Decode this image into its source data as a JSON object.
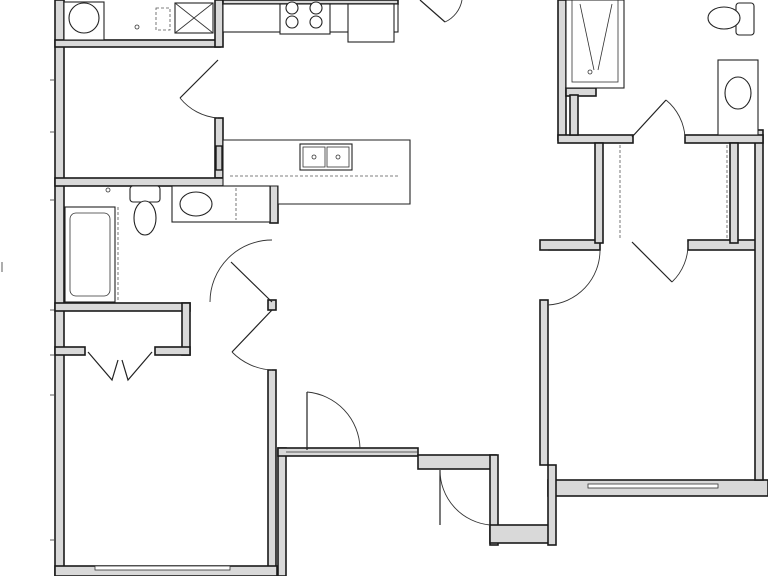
{
  "drawing": {
    "kind": "floor-plan",
    "labels_present": false
  },
  "fixtures": [
    {
      "name": "washer",
      "shape": "circle"
    },
    {
      "name": "water-heater",
      "shape": "box-with-cross"
    },
    {
      "name": "range",
      "burners": 4
    },
    {
      "name": "kitchen-sink",
      "basins": 2
    },
    {
      "name": "hall-bath-toilet"
    },
    {
      "name": "hall-bath-sink"
    },
    {
      "name": "hall-bath-tub"
    },
    {
      "name": "master-bath-tub"
    },
    {
      "name": "master-bath-toilet"
    },
    {
      "name": "master-bath-sink"
    }
  ],
  "colors": {
    "wall_fill": "#d9d9d9",
    "wall_stroke": "#1a1a1a",
    "background": "#ffffff"
  }
}
